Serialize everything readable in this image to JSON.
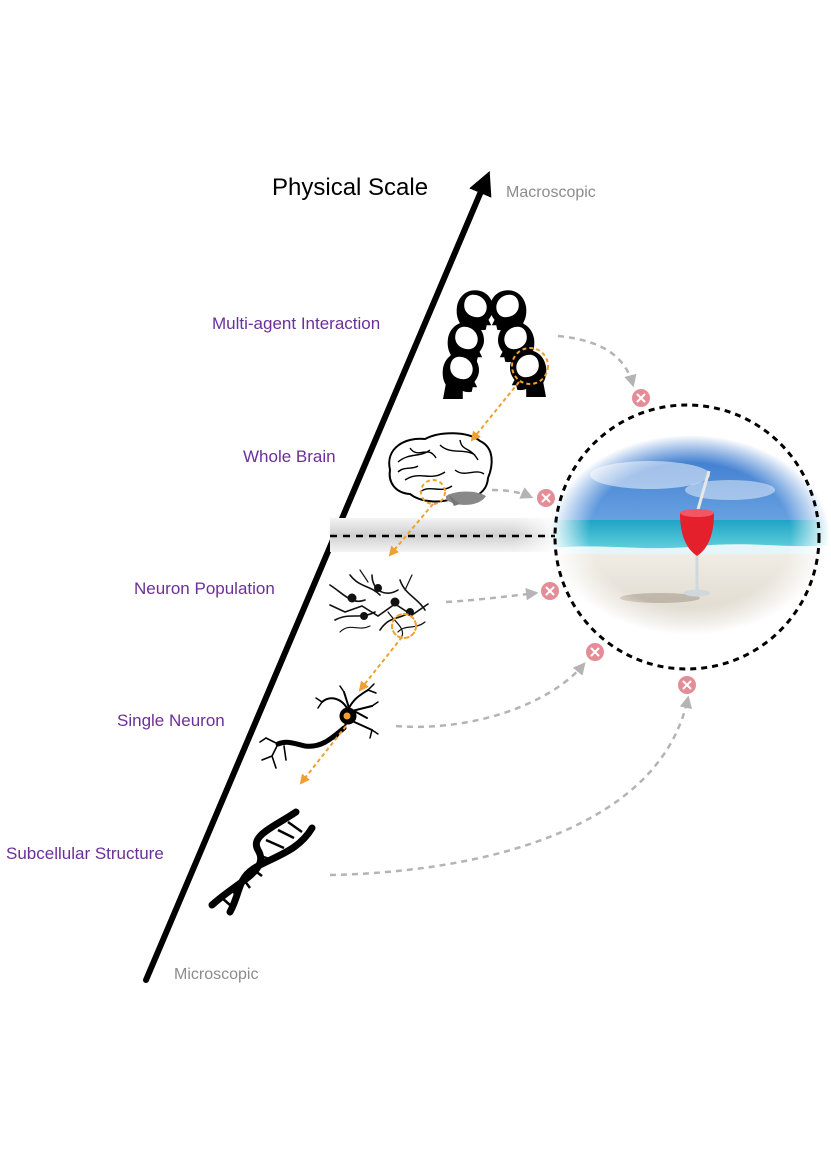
{
  "axis": {
    "title": "Physical Scale",
    "top_label": "Macroscopic",
    "bottom_label": "Microscopic"
  },
  "levels": [
    {
      "label": "Multi-agent Interaction",
      "icon": "heads-icon"
    },
    {
      "label": "Whole Brain",
      "icon": "brain-icon"
    },
    {
      "label": "Neuron Population",
      "icon": "neuron-population-icon"
    },
    {
      "label": "Single Neuron",
      "icon": "neuron-icon"
    },
    {
      "label": "Subcellular Structure",
      "icon": "dna-icon"
    }
  ],
  "target": {
    "icon": "beach-drink-icon"
  },
  "colors": {
    "level_text": "#6b2f9a",
    "scale_end_text": "#8c8c8c",
    "zoom_arrow": "#f0a030",
    "gray_arrow": "#b4b4b4",
    "blocked_badge": "#e58d97",
    "axis": "#000000"
  }
}
